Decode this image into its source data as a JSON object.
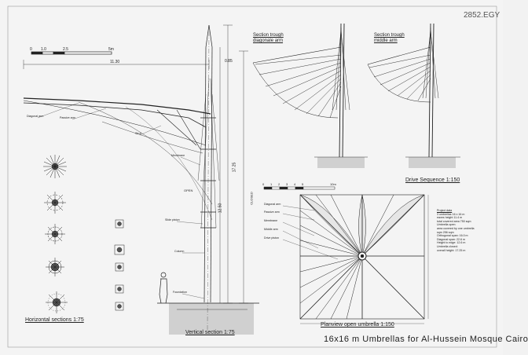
{
  "sheet_number": "2852.EGY",
  "title": "16x16 m Umbrellas for Al-Hussein Mosque Cairo",
  "captions": {
    "horizontal_sections": "Horizontal sections 1:75",
    "vertical_section": "Vertical section 1:75",
    "drive_sequence": "Drive Sequence 1:150",
    "planview": "Planview open umbrella 1:150",
    "section_diagonal": [
      "Section trough",
      "diagonale arm"
    ],
    "section_middle": [
      "Section trough",
      "middle arm"
    ]
  },
  "dimensions": {
    "span_1130": "11.30",
    "top_085": "0.85",
    "height_1725": "17.25",
    "height_1250": "12.50",
    "closed": "CLOSED",
    "open": "OPEN"
  },
  "scale_bar": {
    "ticks": [
      "0",
      "1.0",
      "2.5",
      "5m"
    ]
  },
  "plan_scale": {
    "ticks": [
      "0",
      "1",
      "2",
      "3",
      "4",
      "5",
      "10m"
    ]
  },
  "callouts": {
    "vertical": [
      "Diagonal arm",
      "Passive arm",
      "Strut",
      "Membrane",
      "Slide piston",
      "Column",
      "Foundation"
    ],
    "plan": [
      "Diagonal arm",
      "Passive arm",
      "Membrane",
      "Middle arm",
      "Drive piston"
    ]
  },
  "project_data": {
    "heading": "Project data",
    "lines": [
      "3 umbrellas 16 x 16 m",
      "eaves height 11.4 m",
      "total covered area 750 sqm",
      "Umbrella open:",
      "area covered by one umbrella",
      "sqm 256 sqm",
      "Orthogonal span: 16.0 m",
      "Diagonal span: 22.6 m",
      "Height to edge: 12.6 m",
      "Umbrella closed:",
      "overall height: 17.25 m"
    ]
  },
  "colors": {
    "ink": "#222222",
    "paper": "#f4f4f4",
    "fill": "#bdbdbd"
  }
}
